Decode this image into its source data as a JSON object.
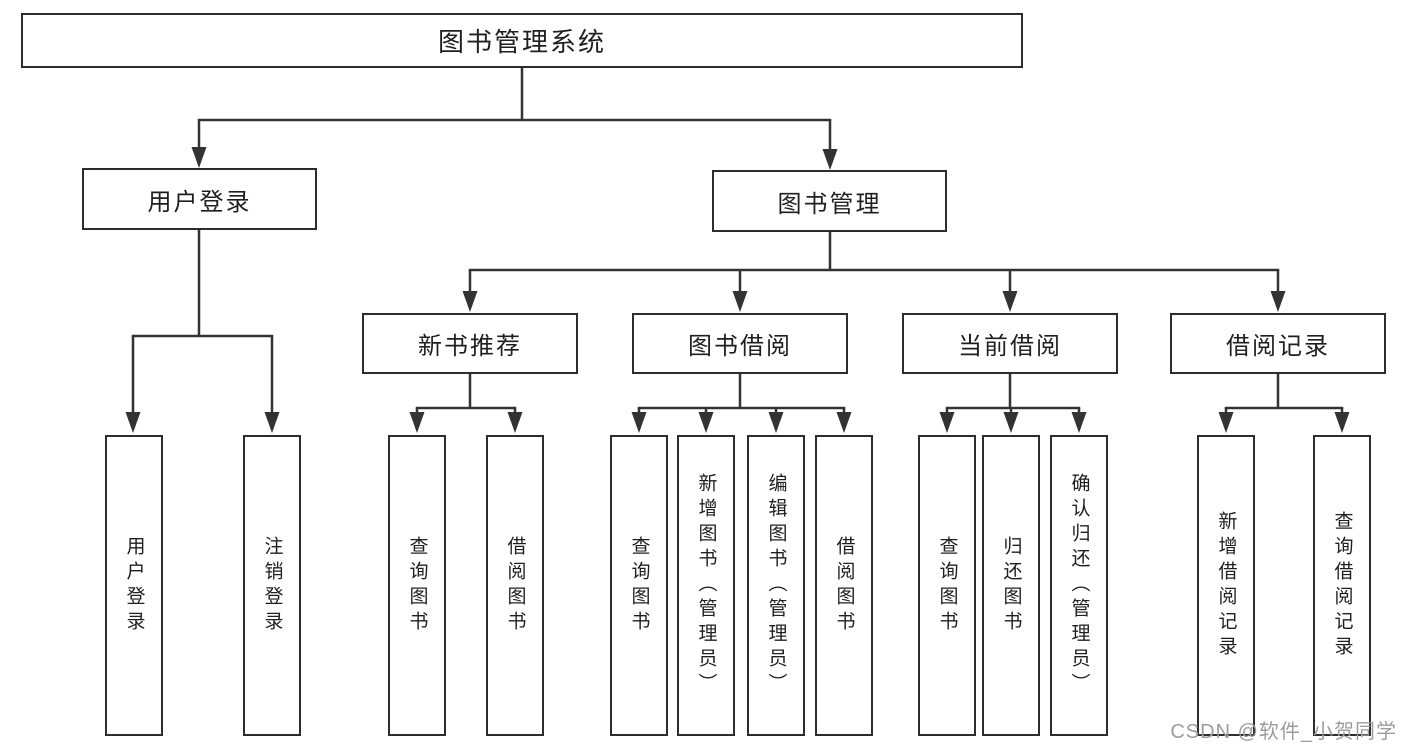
{
  "colors": {
    "line": "#333333",
    "box_border": "#2d2d2d",
    "text": "#1f1f1f",
    "watermark": "#9c9c9c",
    "background": "#ffffff"
  },
  "diagram": {
    "root": {
      "label": "图书管理系统"
    },
    "level2": [
      {
        "label": "用户登录"
      },
      {
        "label": "图书管理"
      }
    ],
    "level3": [
      {
        "label": "新书推荐"
      },
      {
        "label": "图书借阅"
      },
      {
        "label": "当前借阅"
      },
      {
        "label": "借阅记录"
      }
    ],
    "leaves": {
      "user_login": [
        {
          "label": "用户登录"
        },
        {
          "label": "注销登录"
        }
      ],
      "new_book": [
        {
          "label": "查询图书"
        },
        {
          "label": "借阅图书"
        }
      ],
      "book_borrow": [
        {
          "label": "查询图书"
        },
        {
          "label": "新增图书（管理员）"
        },
        {
          "label": "编辑图书（管理员）"
        },
        {
          "label": "借阅图书"
        }
      ],
      "current_borrow": [
        {
          "label": "查询图书"
        },
        {
          "label": "归还图书"
        },
        {
          "label": "确认归还（管理员）"
        }
      ],
      "borrow_records": [
        {
          "label": "新增借阅记录"
        },
        {
          "label": "查询借阅记录"
        }
      ]
    }
  },
  "watermark": {
    "label": "CSDN @软件_小贺同学"
  }
}
